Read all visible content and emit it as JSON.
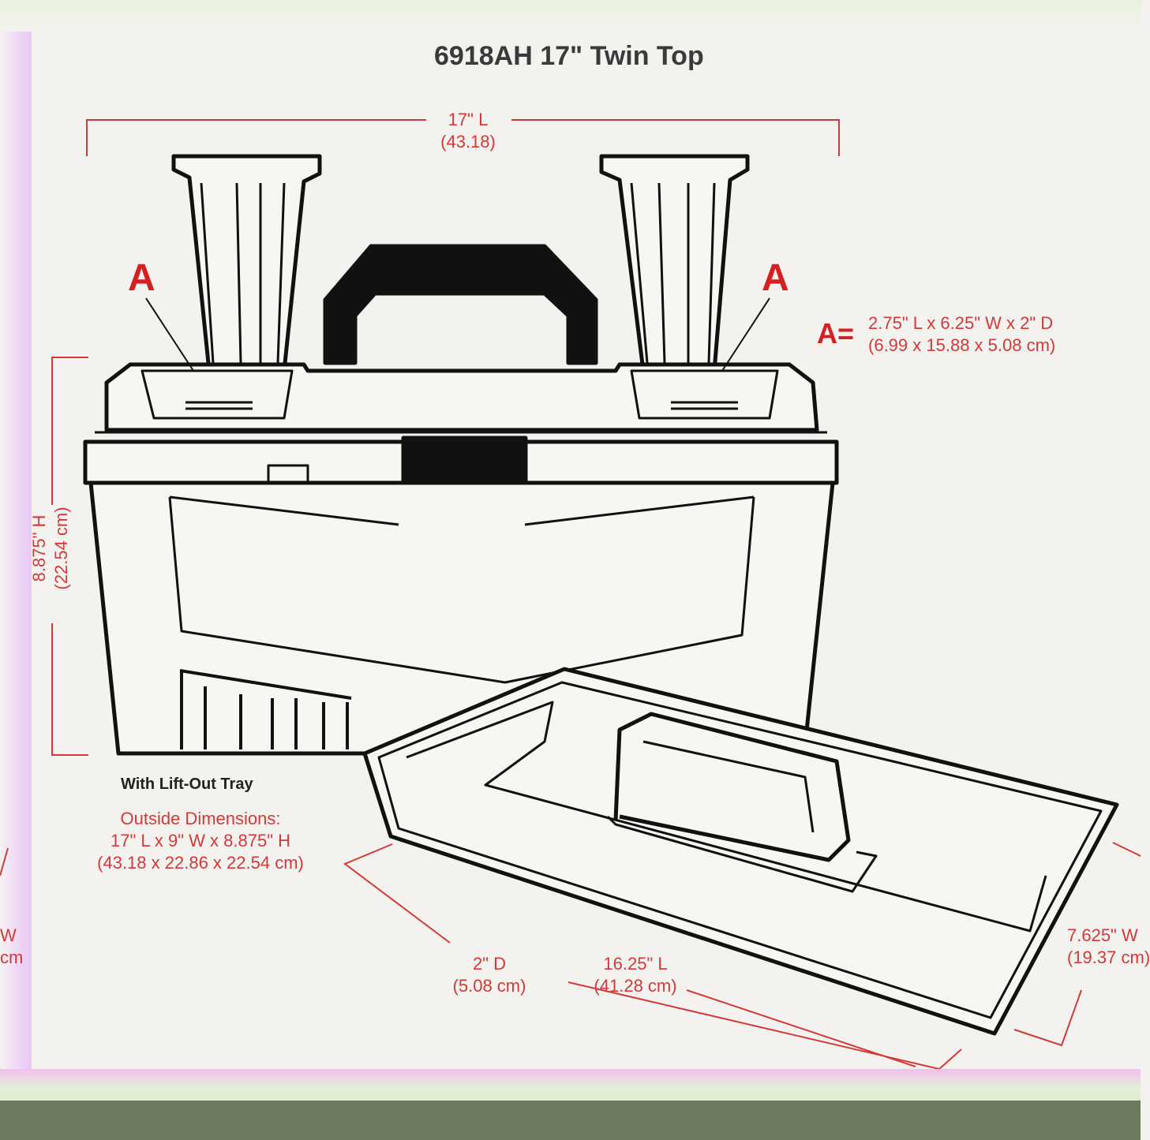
{
  "title": "6918AH 17\" Twin Top",
  "dims": {
    "length_top": "17\" L",
    "length_top_cm": "(43.18)",
    "height": "8.875\" H",
    "height_cm": "(22.54 cm)",
    "compartment_letter_left": "A",
    "compartment_letter_right": "A",
    "compartment_key": "A=",
    "compartment_size": "2.75\" L x 6.25\" W x 2\" D",
    "compartment_size_cm": "(6.99 x  15.88 x 5.08 cm)",
    "tray_depth": "2\" D",
    "tray_depth_cm": "(5.08 cm)",
    "tray_length": "16.25\" L",
    "tray_length_cm": "(41.28 cm)",
    "tray_width": "7.625\" W",
    "tray_width_cm": "(19.37 cm)",
    "left_partial_w": "W",
    "left_partial_cm": "cm"
  },
  "caption": {
    "tray_note": "With Lift-Out Tray",
    "outside_label": "Outside Dimensions:",
    "outside_in": "17\" L x 9\" W x 8.875\" H",
    "outside_cm": "(43.18 x 22.86 x 22.54 cm)"
  },
  "colors": {
    "dimension_red": "#d23a3a",
    "letter_red": "#d42020",
    "ink": "#111111"
  }
}
